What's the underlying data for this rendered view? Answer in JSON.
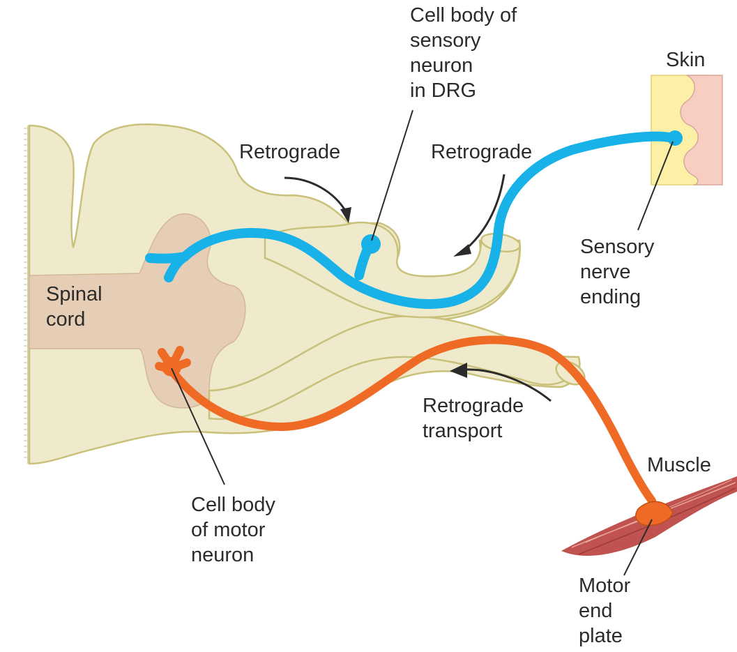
{
  "labels": {
    "cell_body_sensory": [
      "Cell body of",
      "sensory",
      "neuron",
      "in DRG"
    ],
    "skin": "Skin",
    "retrograde_left": "Retrograde",
    "retrograde_right": "Retrograde",
    "spinal_cord": [
      "Spinal",
      "cord"
    ],
    "sensory_nerve_ending": [
      "Sensory",
      "nerve",
      "ending"
    ],
    "retrograde_transport": [
      "Retrograde",
      "transport"
    ],
    "muscle": "Muscle",
    "cell_body_motor": [
      "Cell body",
      "of motor",
      "neuron"
    ],
    "motor_end_plate": [
      "Motor",
      "end",
      "plate"
    ]
  },
  "colors": {
    "tissue_fill": "#efeacb",
    "tissue_stroke": "#c9c07a",
    "grey_matter": "#e6cdb5",
    "sensory_neuron": "#19b2e8",
    "motor_neuron": "#ef6a24",
    "skin_outer": "#fbf0a6",
    "skin_inner": "#f8cdc2",
    "muscle": "#c0534f",
    "text": "#2b2b2b"
  }
}
